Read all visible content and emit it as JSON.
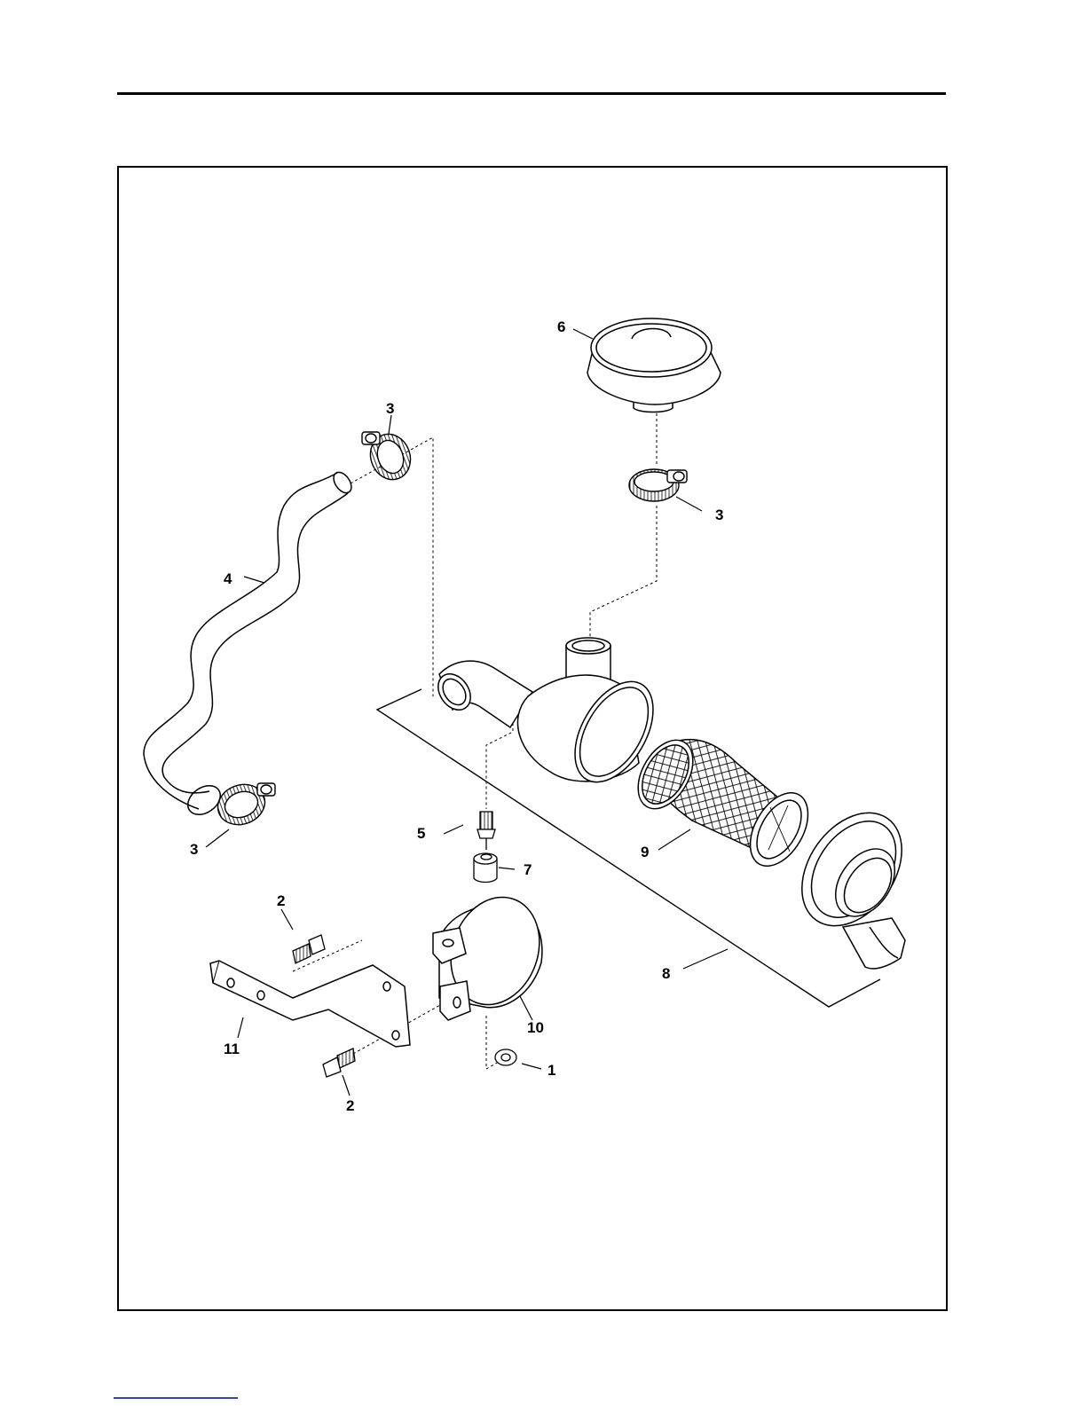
{
  "diagram": {
    "callouts": {
      "c1": "1",
      "c2a": "2",
      "c2b": "2",
      "c3a": "3",
      "c3b": "3",
      "c3c": "3",
      "c4": "4",
      "c5": "5",
      "c6": "6",
      "c7": "7",
      "c8": "8",
      "c9": "9",
      "c10": "10",
      "c11": "11"
    }
  }
}
